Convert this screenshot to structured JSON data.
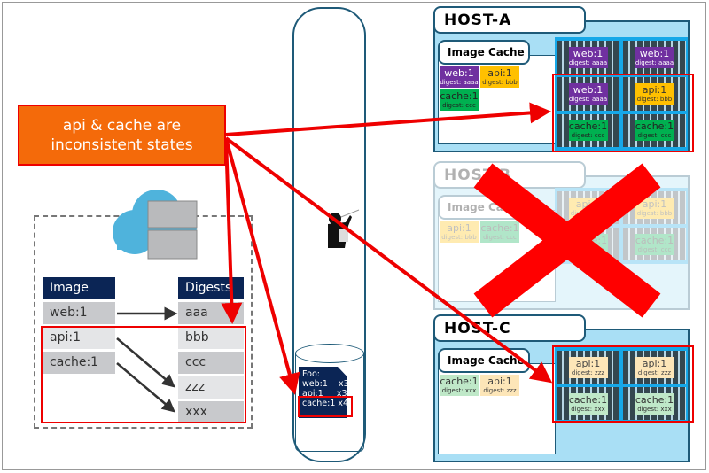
{
  "callout": {
    "line1": "api & cache are",
    "line2": "inconsistent states"
  },
  "registry": {
    "image_header": "Image",
    "digest_header": "Digests",
    "images": [
      "web:1",
      "api:1",
      "cache:1"
    ],
    "digests": [
      "aaa",
      "bbb",
      "ccc",
      "zzz",
      "xxx"
    ]
  },
  "orchestrator": {
    "title": "Foo:",
    "rows": [
      "web:1    x3",
      "api:1     x3",
      "cache:1 x4"
    ]
  },
  "hosts": [
    {
      "name": "HOST-A",
      "cache_title": "Image Cache",
      "cache": [
        {
          "n": "web:1",
          "d": "digest: aaaa",
          "c": "purple"
        },
        {
          "n": "api:1",
          "d": "digest: bbb",
          "c": "yellow"
        },
        {
          "n": "cache:1",
          "d": "digest: ccc",
          "c": "green"
        }
      ],
      "containers": [
        {
          "n": "web:1",
          "d": "digest: aaaa",
          "c": "purple"
        },
        {
          "n": "web:1",
          "d": "digest: aaaa",
          "c": "purple"
        },
        {
          "n": "web:1",
          "d": "digest: aaaa",
          "c": "purple"
        },
        {
          "n": "api:1",
          "d": "digest: bbb",
          "c": "yellow"
        },
        {
          "n": "cache:1",
          "d": "digest: ccc",
          "c": "green"
        },
        {
          "n": "cache:1",
          "d": "digest: ccc",
          "c": "green"
        }
      ]
    },
    {
      "name": "HOST-B",
      "cache_title": "Image Cache",
      "state": "failed",
      "cache": [
        {
          "n": "api:1",
          "d": "digest: bbb",
          "c": "yellow"
        },
        {
          "n": "cache:1",
          "d": "digest: ccc",
          "c": "green"
        }
      ],
      "containers": [
        {
          "n": "api:1",
          "d": "digest: bbb",
          "c": "yellow"
        },
        {
          "n": "api:1",
          "d": "digest: bbb",
          "c": "yellow"
        },
        {
          "n": "cache:1",
          "d": "digest: ccc",
          "c": "green"
        },
        {
          "n": "cache:1",
          "d": "digest: ccc",
          "c": "green"
        }
      ]
    },
    {
      "name": "HOST-C",
      "cache_title": "Image Cache",
      "cache": [
        {
          "n": "cache:1",
          "d": "digest: xxx",
          "c": "pgreen"
        },
        {
          "n": "api:1",
          "d": "digest: zzz",
          "c": "pyellow"
        }
      ],
      "containers": [
        {
          "n": "api:1",
          "d": "digest: zzz",
          "c": "pyellow"
        },
        {
          "n": "api:1",
          "d": "digest: zzz",
          "c": "pyellow"
        },
        {
          "n": "cache:1",
          "d": "digest: xxx",
          "c": "pgreen"
        },
        {
          "n": "cache:1",
          "d": "digest: xxx",
          "c": "pgreen"
        }
      ]
    }
  ],
  "colors": {
    "highlight": "#ee0000",
    "callout": "#f46a0a",
    "navy": "#0b2555",
    "host": "#a9dff5"
  }
}
